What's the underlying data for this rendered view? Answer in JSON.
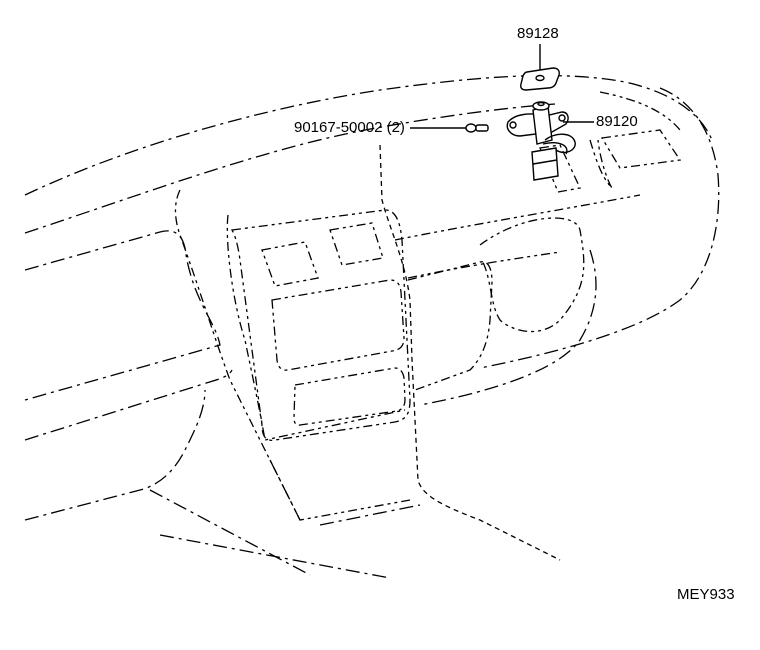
{
  "diagram": {
    "callouts": {
      "bracket_part": "89128",
      "bolt_part": "90167-50002 (2)",
      "sensor_part": "89120"
    },
    "figure_code": "MEY933"
  },
  "colors": {
    "line": "#000000",
    "background": "#ffffff"
  }
}
